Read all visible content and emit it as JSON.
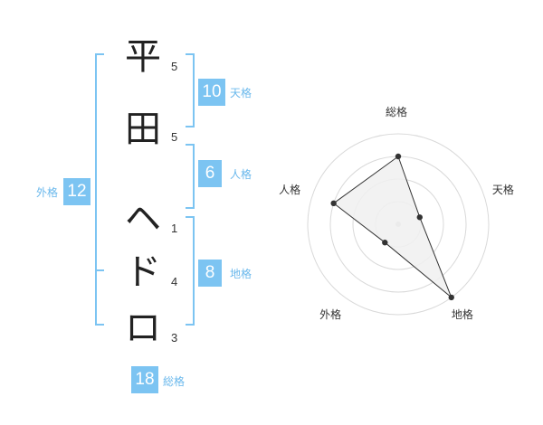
{
  "name": {
    "chars": [
      {
        "char": "平",
        "strokes": "5"
      },
      {
        "char": "田",
        "strokes": "5"
      },
      {
        "char": "ヘ",
        "strokes": "1"
      },
      {
        "char": "ド",
        "strokes": "4"
      },
      {
        "char": "ロ",
        "strokes": "3"
      }
    ]
  },
  "kaku": {
    "tenkaku": {
      "value": "10",
      "label": "天格"
    },
    "jinkaku": {
      "value": "6",
      "label": "人格"
    },
    "chikaku": {
      "value": "8",
      "label": "地格"
    },
    "gaikaku": {
      "value": "12",
      "label": "外格"
    },
    "soukaku": {
      "value": "18",
      "label": "総格"
    }
  },
  "colors": {
    "accent": "#7cc4f2",
    "accent_text": "#6ab8ec",
    "radar_fill": "#f0f0f0",
    "ring": "#d9d9d9"
  },
  "chart_data": {
    "type": "radar",
    "axes": [
      "総格",
      "天格",
      "地格",
      "外格",
      "人格"
    ],
    "levels": 4,
    "max": 4,
    "values": [
      3,
      1,
      4,
      1,
      3
    ]
  }
}
